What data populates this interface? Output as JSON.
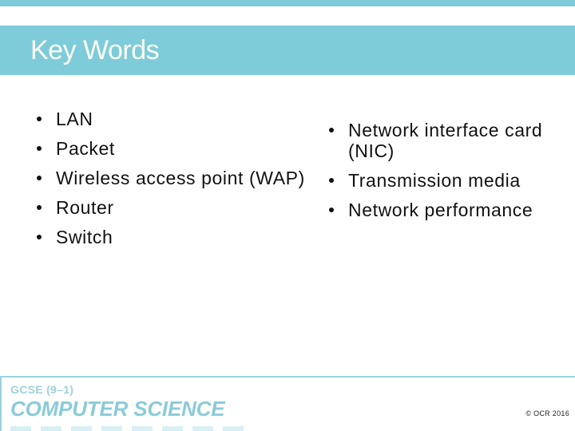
{
  "slide": {
    "title": "Key Words"
  },
  "lists": {
    "left": {
      "items": [
        "LAN",
        "Packet",
        "Wireless access point (WAP)",
        "Router",
        "Switch"
      ]
    },
    "right": {
      "items": [
        "Network interface card (NIC)",
        "Transmission media",
        "Network performance"
      ]
    }
  },
  "footer": {
    "brand_line1": "GCSE (9–1)",
    "brand_line2": "COMPUTER SCIENCE",
    "copyright": "© OCR 2016"
  },
  "colors": {
    "accent_teal": "#7eccd9",
    "brand_teal": "#8acbd9",
    "divider_teal": "#9ad2dd",
    "text": "#111111",
    "title_text": "#fdfdf5"
  }
}
